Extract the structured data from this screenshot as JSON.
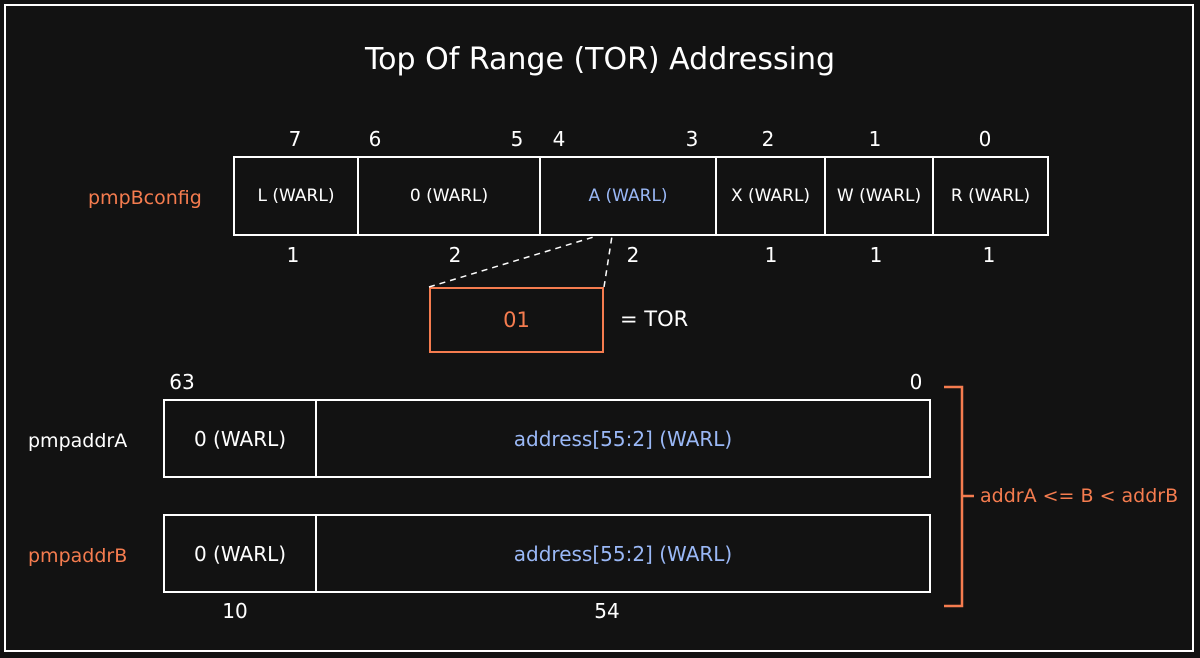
{
  "title": "Top Of Range (TOR) Addressing",
  "config": {
    "name": "pmpBconfig",
    "bit_labels": [
      "7",
      "6",
      "5",
      "4",
      "3",
      "2",
      "1",
      "0"
    ],
    "fields": [
      {
        "label": "L (WARL)",
        "width": "1"
      },
      {
        "label": "0 (WARL)",
        "width": "2"
      },
      {
        "label": "A (WARL)",
        "width": "2"
      },
      {
        "label": "X (WARL)",
        "width": "1"
      },
      {
        "label": "W (WARL)",
        "width": "1"
      },
      {
        "label": "R (WARL)",
        "width": "1"
      }
    ]
  },
  "a_value": {
    "value": "01",
    "meaning": "= TOR"
  },
  "addr_regs": {
    "bit_high": "63",
    "bit_low": "0",
    "regA": {
      "name": "pmpaddrA",
      "field1": "0 (WARL)",
      "field2": "address[55:2] (WARL)"
    },
    "regB": {
      "name": "pmpaddrB",
      "field1": "0 (WARL)",
      "field2": "address[55:2] (WARL)"
    },
    "widths": [
      "10",
      "54"
    ]
  },
  "range_condition": "addrA <= B < addrB",
  "colors": {
    "background": "#121212",
    "line": "#ffffff",
    "accent": "#f57c4f",
    "highlight": "#9ab8f6"
  }
}
